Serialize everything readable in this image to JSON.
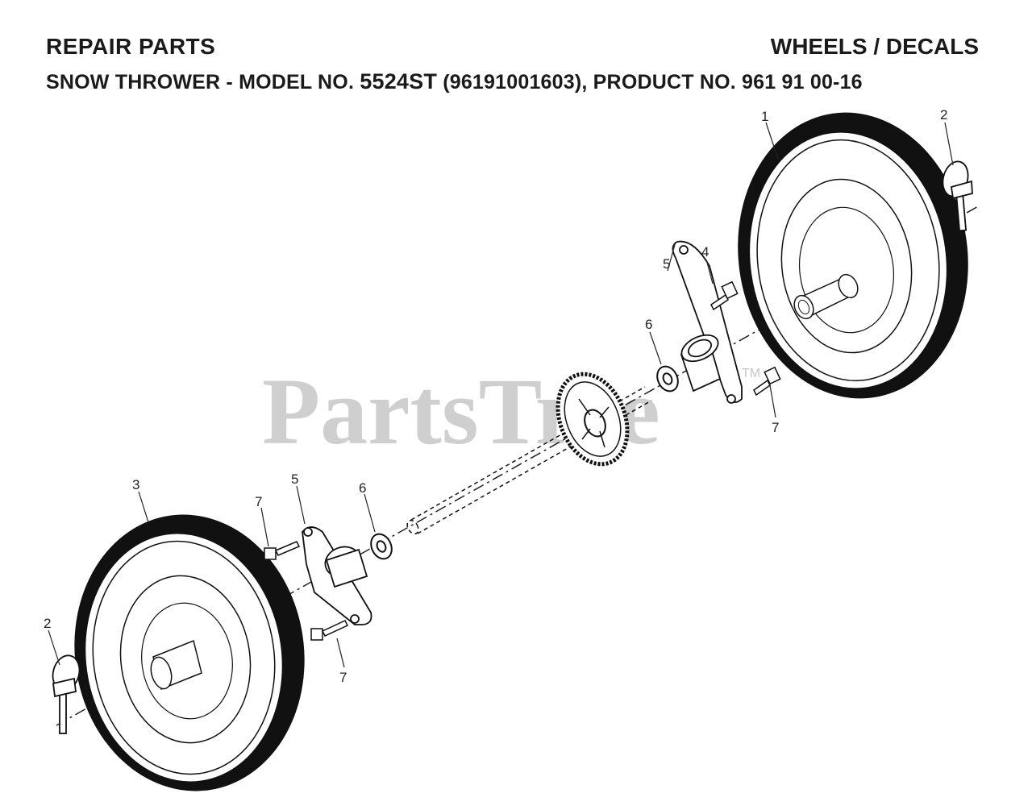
{
  "header": {
    "left_title": "REPAIR PARTS",
    "right_title": "WHEELS / DECALS"
  },
  "subheader": {
    "prefix": "SNOW THROWER - MODEL NO.",
    "model": "5524ST",
    "suffix": "(96191001603), PRODUCT NO. 961 91 00-16"
  },
  "watermark": {
    "text": "PartsTree",
    "tm": "TM"
  },
  "callouts": {
    "c1": "1",
    "c2_right": "2",
    "c2_left": "2",
    "c3": "3",
    "c4": "4",
    "c5_right": "5",
    "c5_left": "5",
    "c6_right": "6",
    "c6_left": "6",
    "c7_right": "7",
    "c7_left_top": "7",
    "c7_left_bottom": "7"
  }
}
